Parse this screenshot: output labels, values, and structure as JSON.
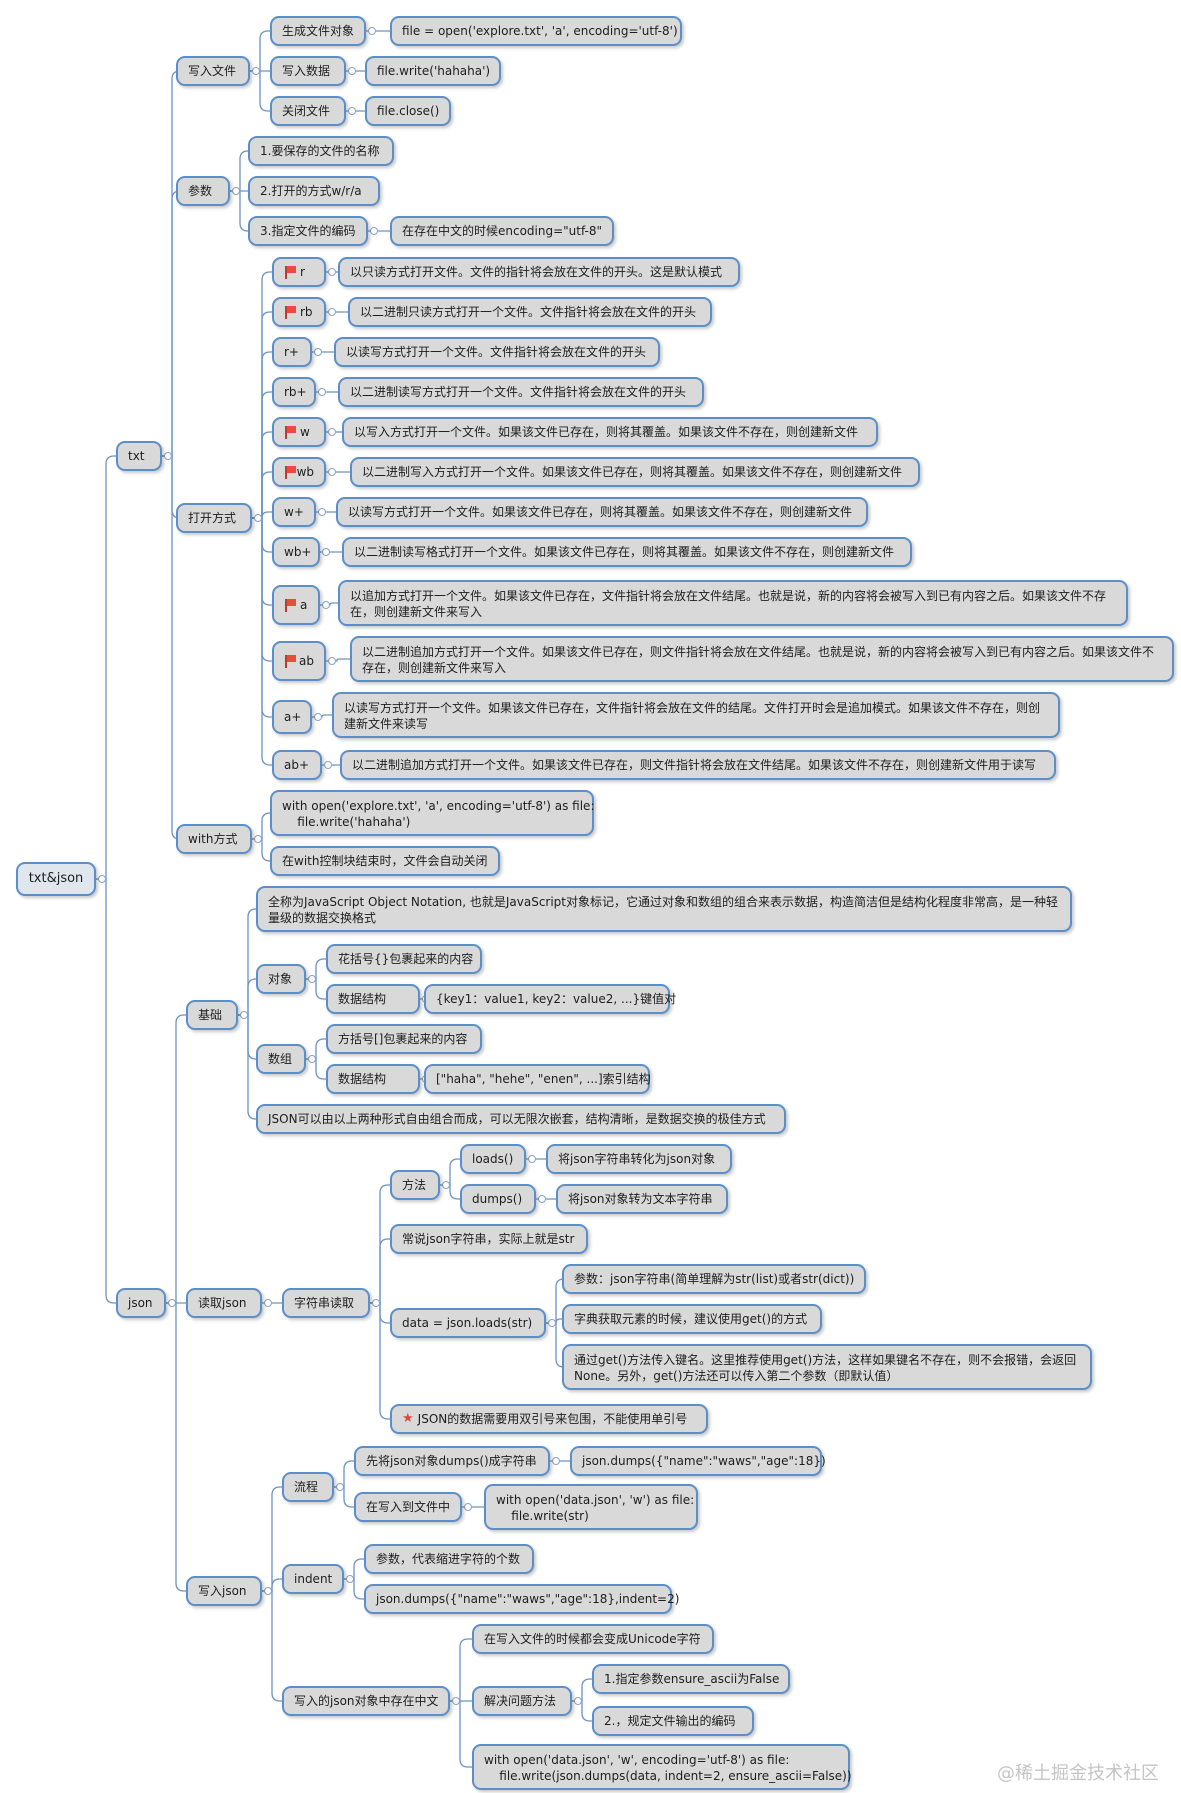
{
  "root": "txt&json",
  "watermark": "@稀土掘金技术社区",
  "nodes": {
    "txt": "txt",
    "write_file": "写入文件",
    "gen_obj": "生成文件对象",
    "gen_obj_code": "file = open('explore.txt', 'a', encoding='utf-8')",
    "write_data": "写入数据",
    "write_data_code": "file.write('hahaha')",
    "close_file": "关闭文件",
    "close_file_code": "file.close()",
    "params": "参数",
    "param1": "1.要保存的文件的名称",
    "param2": "2.打开的方式w/r/a",
    "param3": "3.指定文件的编码",
    "param3_note": "在存在中文的时候encoding=\"utf-8\"",
    "open_mode": "打开方式",
    "m_r": "r",
    "m_r_d": "以只读方式打开文件。文件的指针将会放在文件的开头。这是默认模式",
    "m_rb": "rb",
    "m_rb_d": "以二进制只读方式打开一个文件。文件指针将会放在文件的开头",
    "m_rp": "r+",
    "m_rp_d": "以读写方式打开一个文件。文件指针将会放在文件的开头",
    "m_rbp": "rb+",
    "m_rbp_d": "以二进制读写方式打开一个文件。文件指针将会放在文件的开头",
    "m_w": "w",
    "m_w_d": "以写入方式打开一个文件。如果该文件已存在，则将其覆盖。如果该文件不存在，则创建新文件",
    "m_wb": "wb",
    "m_wb_d": "以二进制写入方式打开一个文件。如果该文件已存在，则将其覆盖。如果该文件不存在，则创建新文件",
    "m_wp": "w+",
    "m_wp_d": "以读写方式打开一个文件。如果该文件已存在，则将其覆盖。如果该文件不存在，则创建新文件",
    "m_wbp": "wb+",
    "m_wbp_d": "以二进制读写格式打开一个文件。如果该文件已存在，则将其覆盖。如果该文件不存在，则创建新文件",
    "m_a": "a",
    "m_a_d": "以追加方式打开一个文件。如果该文件已存在，文件指针将会放在文件结尾。也就是说，新的内容将会被写入到已有内容之后。如果该文件不存\n在，则创建新文件来写入",
    "m_ab": "ab",
    "m_ab_d": "以二进制追加方式打开一个文件。如果该文件已存在，则文件指针将会放在文件结尾。也就是说，新的内容将会被写入到已有内容之后。如果该文件不\n存在，则创建新文件来写入",
    "m_ap": "a+",
    "m_ap_d": "以读写方式打开一个文件。如果该文件已存在，文件指针将会放在文件的结尾。文件打开时会是追加模式。如果该文件不存在，则创\n建新文件来读写",
    "m_abp": "ab+",
    "m_abp_d": "以二进制追加方式打开一个文件。如果该文件已存在，则文件指针将会放在文件结尾。如果该文件不存在，则创建新文件用于读写",
    "with_mode": "with方式",
    "with_code": "with open('explore.txt', 'a', encoding='utf-8') as file:\n    file.write('hahaha')",
    "with_note": "在with控制块结束时，文件会自动关闭",
    "json": "json",
    "basics": "基础",
    "json_def": "全称为JavaScript Object Notation, 也就是JavaScript对象标记，它通过对象和数组的组合来表示数据，构造简洁但是结构化程度非常高，是一种轻\n量级的数据交换格式",
    "obj": "对象",
    "obj_braces": "花括号{}包裹起来的内容",
    "obj_struct": "数据结构",
    "obj_struct_v": "{key1：value1, key2：value2, ...}键值对",
    "arr": "数组",
    "arr_brackets": "方括号[]包裹起来的内容",
    "arr_struct": "数据结构",
    "arr_struct_v": "[\"haha\", \"hehe\", \"enen\", ...]索引结构",
    "json_combo": "JSON可以由以上两种形式自由组合而成，可以无限次嵌套，结构清晰，是数据交换的极佳方式",
    "read_json": "读取json",
    "str_read": "字符串读取",
    "methods": "方法",
    "loads": "loads()",
    "loads_d": "将json字符串转化为json对象",
    "dumps": "dumps()",
    "dumps_d": "将json对象转为文本字符串",
    "json_str_note": "常说json字符串，实际上就是str",
    "data_loads": "data = json.loads(str)",
    "dl_param": "参数：json字符串(简单理解为str(list)或者str(dict))",
    "dl_get": "字典获取元素的时候，建议使用get()的方式",
    "dl_get_d": "通过get()方法传入键名。这里推荐使用get()方法，这样如果键名不存在，则不会报错，会返回\nNone。另外，get()方法还可以传入第二个参数（即默认值）",
    "dquote_note": "JSON的数据需要用双引号来包围，不能使用单引号",
    "write_json": "写入json",
    "flow": "流程",
    "flow1": "先将json对象dumps()成字符串",
    "flow1_code": "json.dumps({\"name\":\"waws\",\"age\":18})",
    "flow2": "在写入到文件中",
    "flow2_code": "with open('data.json', 'w') as file:\n    file.write(str)",
    "indent": "indent",
    "indent_d": "参数，代表缩进字符的个数",
    "indent_code": "json.dumps({\"name\":\"waws\",\"age\":18},indent=2)",
    "cn_write": "写入的json对象中存在中文",
    "cn_unicode": "在写入文件的时候都会变成Unicode字符",
    "cn_solve": "解决问题方法",
    "cn_s1": "1.指定参数ensure_ascii为False",
    "cn_s2": "2.，规定文件输出的编码",
    "cn_code": "with open('data.json', 'w', encoding='utf-8') as file:\n    file.write(json.dumps(data, indent=2, ensure_ascii=False))"
  }
}
